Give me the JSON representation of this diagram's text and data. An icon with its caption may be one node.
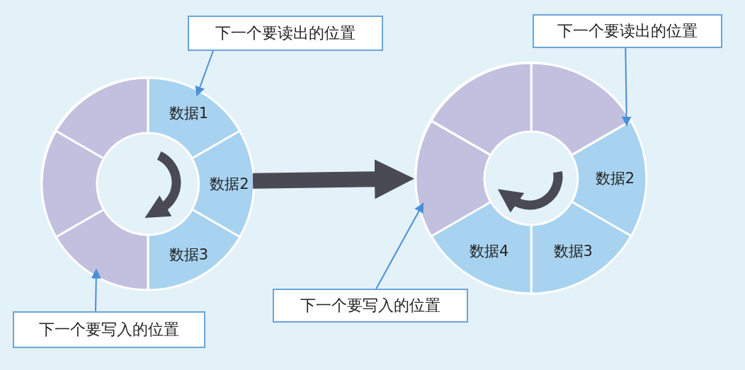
{
  "diagram": {
    "nodes": [
      {
        "text": [
          "下一个要读出的位置"
        ]
      },
      {
        "text": [],
        "shape": "ring"
      },
      {
        "text": [
          "数据1"
        ],
        "in": 1
      },
      {
        "text": [
          "数据2"
        ],
        "in": 1
      },
      {
        "text": [
          "数据3"
        ],
        "in": 1
      },
      {
        "text": [],
        "shape": "segment",
        "in": 1
      },
      {
        "text": [],
        "shape": "segment",
        "in": 1
      },
      {
        "text": [],
        "shape": "segment",
        "in": 1
      },
      {
        "text": [
          "下一个要写入的位置"
        ]
      },
      {
        "text": [
          "下一个要读出的位置"
        ]
      },
      {
        "text": [],
        "shape": "ring"
      },
      {
        "text": [],
        "shape": "segment",
        "in": 10
      },
      {
        "text": [
          "数据2"
        ],
        "in": 10
      },
      {
        "text": [
          "数据3"
        ],
        "in": 10
      },
      {
        "text": [
          "数据4"
        ],
        "in": 10
      },
      {
        "text": [],
        "shape": "segment",
        "in": 10
      },
      {
        "text": [],
        "shape": "segment",
        "in": 10
      },
      {
        "text": [
          "下一个要写入的位置"
        ]
      }
    ],
    "edges": [
      {
        "from": 0,
        "to": 2,
        "arrow": "to"
      },
      {
        "from": 8,
        "to": 5,
        "arrow": "to"
      },
      {
        "from": 1,
        "to": 10,
        "arrow": "to",
        "style": "thick",
        "color": "#4a4a55"
      },
      {
        "from": 9,
        "to": 12,
        "arrow": "to"
      },
      {
        "from": 17,
        "to": 15,
        "arrow": "to"
      }
    ]
  }
}
